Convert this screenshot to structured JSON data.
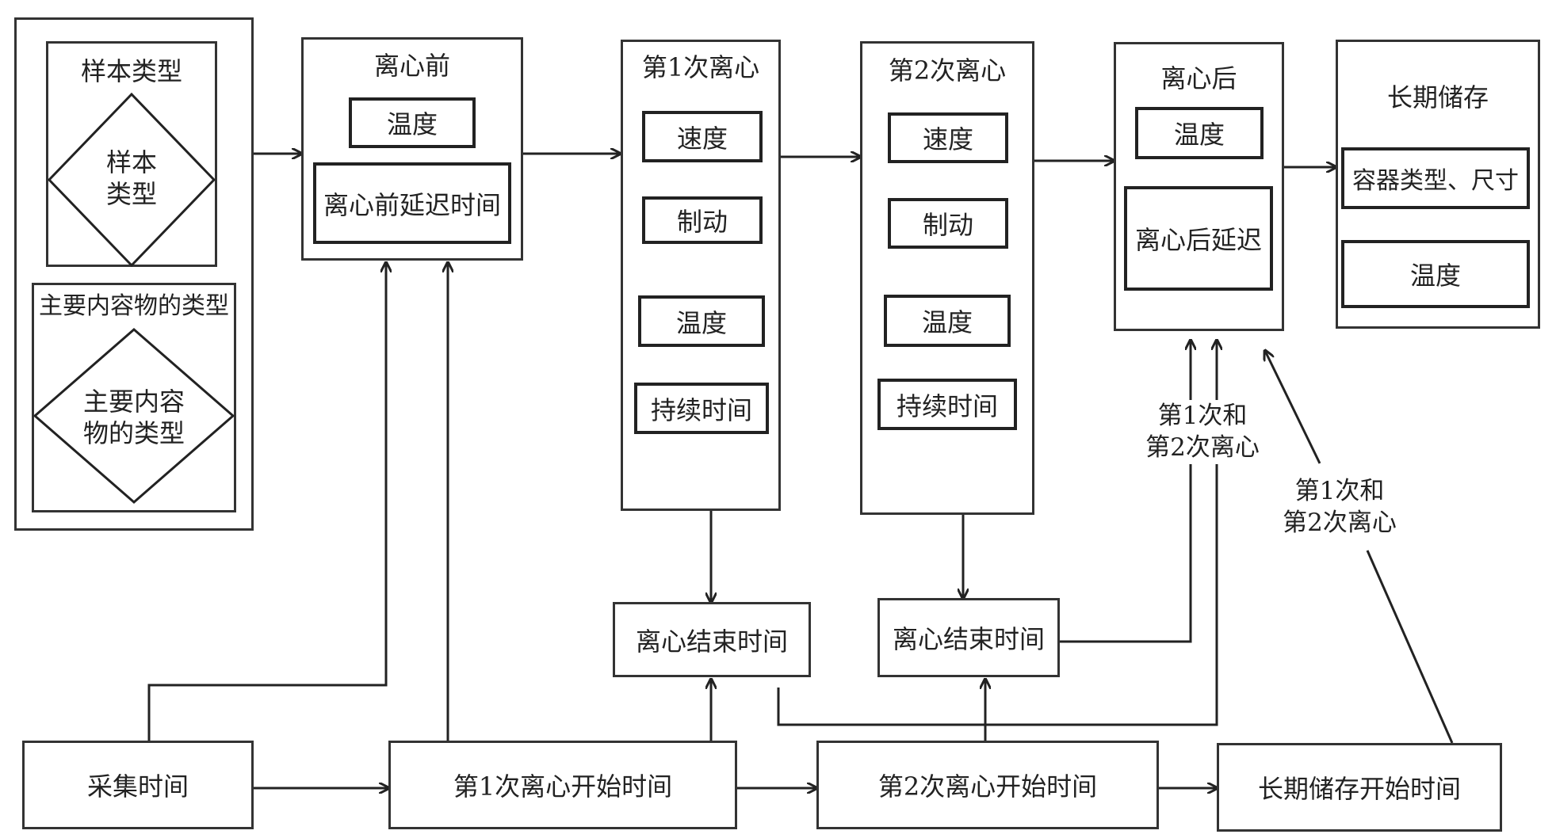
{
  "sample": {
    "type_header": "样本类型",
    "type_diamond_line1": "样本",
    "type_diamond_line2": "类型",
    "content_header": "主要内容物的类型",
    "content_diamond_line1": "主要内容",
    "content_diamond_line2": "物的类型"
  },
  "pre_centrifuge": {
    "title": "离心前",
    "temperature": "温度",
    "delay": "离心前延迟时间"
  },
  "centrifuge1": {
    "title": "第1次离心",
    "speed": "速度",
    "brake": "制动",
    "temperature": "温度",
    "duration": "持续时间"
  },
  "centrifuge2": {
    "title": "第2次离心",
    "speed": "速度",
    "brake": "制动",
    "temperature": "温度",
    "duration": "持续时间"
  },
  "post_centrifuge": {
    "title": "离心后",
    "temperature": "温度",
    "delay": "离心后延迟"
  },
  "long_term_storage": {
    "title": "长期储存",
    "container": "容器类型、尺寸",
    "temperature": "温度"
  },
  "end_time_1": "离心结束时间",
  "end_time_2": "离心结束时间",
  "collection_time": "采集时间",
  "start_time_1": "第1次离心开始时间",
  "start_time_2": "第2次离心开始时间",
  "storage_start_time": "长期储存开始时间",
  "note_a": {
    "line1": "第1次和",
    "line2": "第2次离心"
  },
  "note_b": {
    "line1": "第1次和",
    "line2": "第2次离心"
  }
}
